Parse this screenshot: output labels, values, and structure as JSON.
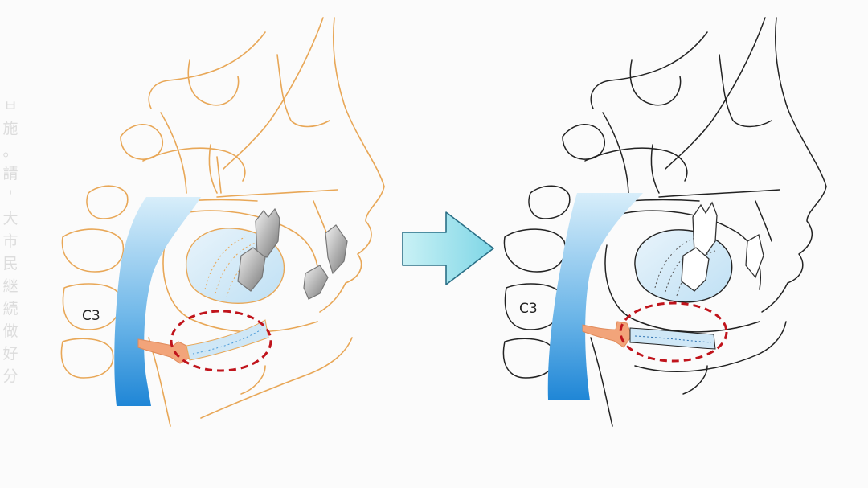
{
  "labels": {
    "left_vertebra": "C3",
    "right_vertebra": "C3"
  },
  "side_text": "ㅂ\n施\n。\n請\n'\n大\n市\n民\n継\n続\n做\n好\n分\n",
  "colors": {
    "before_outline": "#e8a757",
    "after_outline": "#222222",
    "airway": "#2f8fd8",
    "tongue_fill": "#d9ecf7",
    "hyoid_fill": "#f2a47a",
    "dashed_ellipse": "#c0141c",
    "arrow_fill": "#a9e6ee",
    "arrow_stroke": "#2a6f86",
    "tooth_gray": "#8e8e8e"
  }
}
